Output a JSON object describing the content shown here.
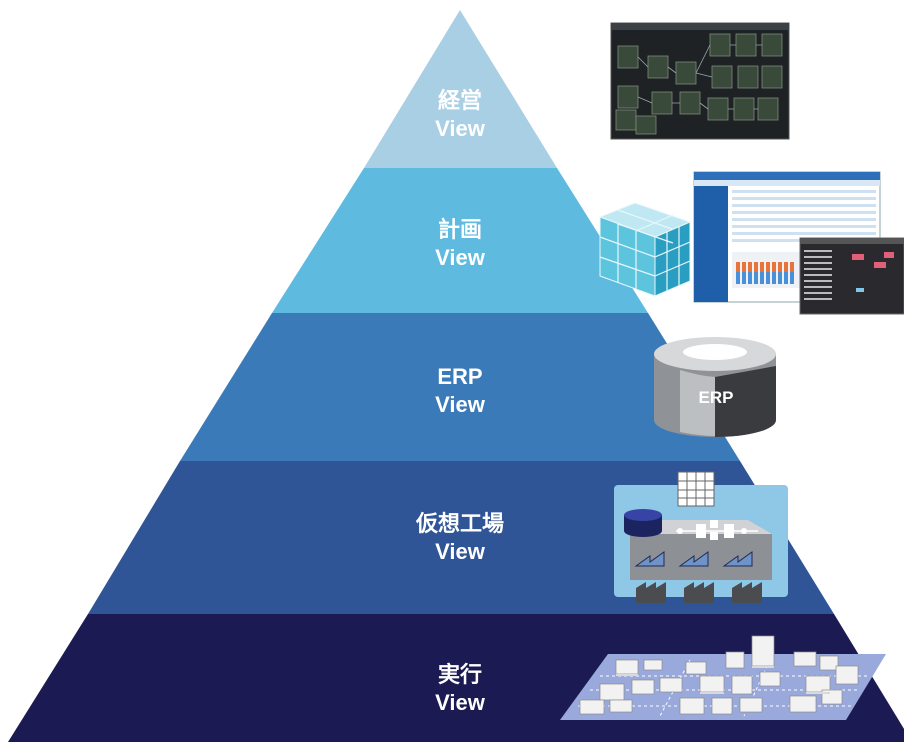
{
  "pyramid": {
    "tiers": [
      {
        "line1": "経営",
        "line2": "View",
        "color": "#a9cfe4"
      },
      {
        "line1": "計画",
        "line2": "View",
        "color": "#5fbae0"
      },
      {
        "line1": "ERP",
        "line2": "View",
        "color": "#3a7ab9"
      },
      {
        "line1": "仮想工場",
        "line2": "View",
        "color": "#2f5596"
      },
      {
        "line1": "実行",
        "line2": "View",
        "color": "#1c1a52"
      }
    ]
  },
  "illustrations": {
    "erp_cylinder_label": "ERP",
    "icons": [
      "dashboard-screenshot-icon",
      "cube-icon",
      "spreadsheet-screenshot-icon",
      "gantt-screenshot-icon",
      "erp-database-icon",
      "virtual-factory-icon",
      "shop-floor-map-icon"
    ]
  }
}
